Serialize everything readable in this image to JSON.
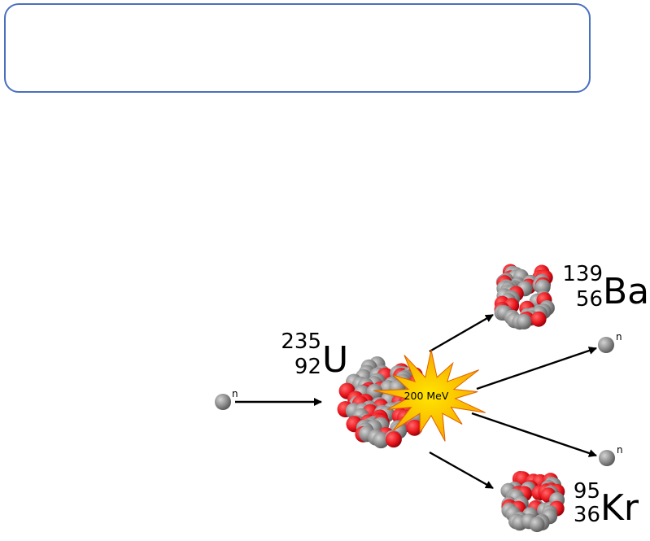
{
  "colors": {
    "box_border": "#4a6fbf",
    "nucleon_gray": "#8a8a8a",
    "nucleon_red": "#e8141c",
    "burst_yellow": "#ffe600",
    "burst_orange": "#f6a000",
    "arrow": "#000000"
  },
  "header_box": {
    "text": ""
  },
  "diagram": {
    "incoming_neutron": {
      "label": "n"
    },
    "uranium": {
      "mass_number": "235",
      "atomic_number": "92",
      "symbol": "U"
    },
    "energy_burst": {
      "label": "200 MeV"
    },
    "barium": {
      "mass_number": "139",
      "atomic_number": "56",
      "symbol": "Ba"
    },
    "krypton": {
      "mass_number": "95",
      "atomic_number": "36",
      "symbol": "Kr"
    },
    "emitted_neutrons": [
      {
        "label": "n"
      },
      {
        "label": "n"
      }
    ]
  }
}
